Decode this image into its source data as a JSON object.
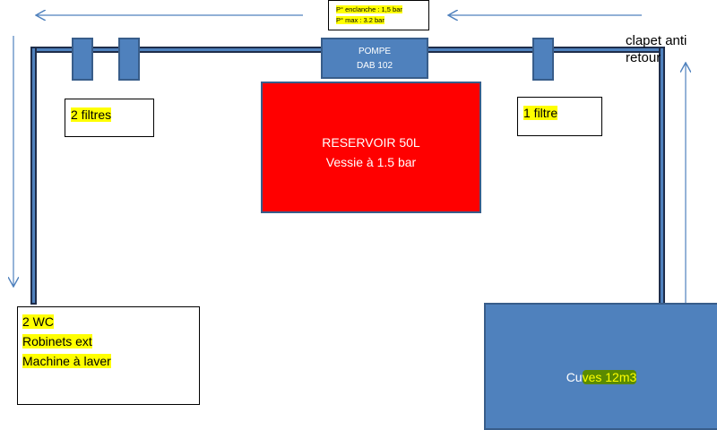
{
  "pump_settings": {
    "line1": "P° enclanche : 1,5 bar",
    "line2": "P° max : 3.2 bar"
  },
  "pump": {
    "line1": "POMPE",
    "line2": "DAB 102"
  },
  "reservoir": {
    "line1": "RESERVOIR 50L",
    "line2": "Vessie à 1.5 bar"
  },
  "filters_left": "2 filtres",
  "filter_right": "1 filtre",
  "check_valve": "clapet anti retour",
  "consumers": [
    "2 WC",
    "Robinets ext",
    "Machine à laver"
  ],
  "tanks": {
    "prefix": "Cu",
    "highlight": "ves 12m3"
  }
}
